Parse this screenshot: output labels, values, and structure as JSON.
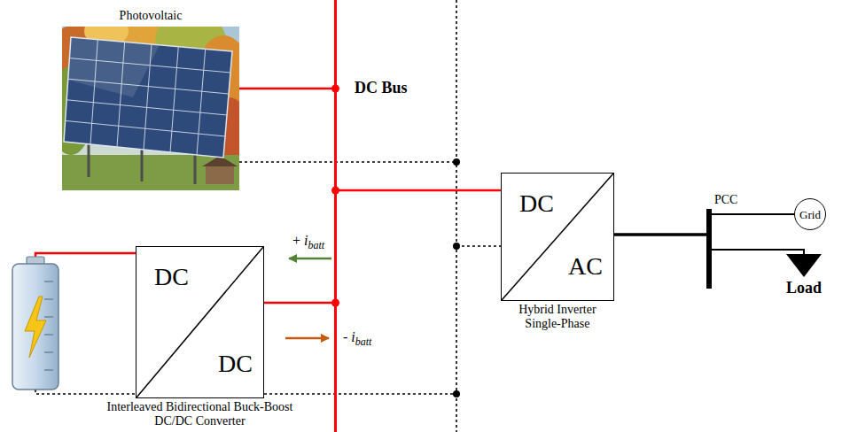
{
  "diagram": {
    "nodes": [
      {
        "text": [
          "Photovoltaic"
        ]
      },
      {
        "text": [
          "DC Bus"
        ]
      },
      {
        "text": [
          "DC",
          "AC",
          "Hybrid Inverter Single-Phase"
        ]
      },
      {
        "text": [
          "PCC"
        ]
      },
      {
        "text": [
          "Grid"
        ]
      },
      {
        "text": [
          "Load"
        ]
      },
      {
        "text": [
          "DC",
          "DC",
          "Interleaved Bidirectional Buck-Boost DC/DC Converter"
        ]
      }
    ],
    "edges": [
      {
        "from": 0,
        "to": 1,
        "arrow": "none"
      },
      {
        "from": 1,
        "to": 2,
        "arrow": "none"
      },
      {
        "from": 6,
        "to": 1,
        "arrow": "none"
      },
      {
        "from": 2,
        "to": 3,
        "arrow": "none"
      },
      {
        "from": 3,
        "to": 4,
        "arrow": "none"
      },
      {
        "from": 3,
        "to": 5,
        "arrow": "none"
      }
    ],
    "labels": [
      "+ ibatt",
      "- ibatt"
    ]
  }
}
